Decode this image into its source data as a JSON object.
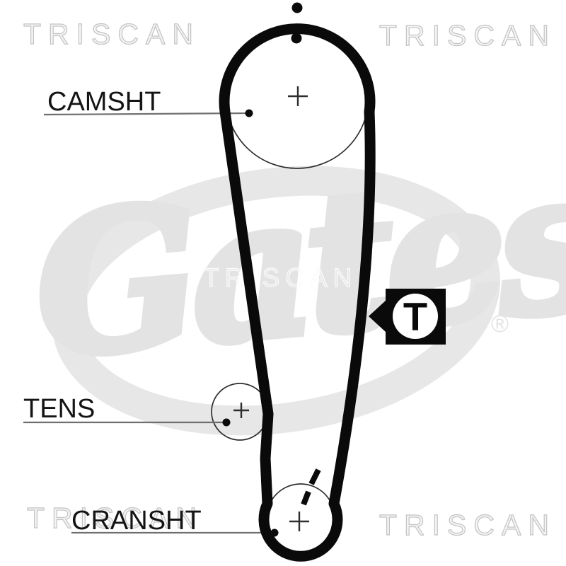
{
  "watermarks": {
    "brand": "TRISCAN",
    "logo_script": "Gates",
    "registered_symbol": "®"
  },
  "labels": {
    "camshaft": "CAMSHT",
    "tensioner": "TENS",
    "crankshaft": "CRANSHT"
  },
  "belt_marker": {
    "letter": "T"
  },
  "colors": {
    "background": "#ffffff",
    "belt": "#0a0a0a",
    "label_text": "#141414",
    "leader_line": "#6f6f6f",
    "pulley_outline": "#2e2e2e",
    "watermark_logo_gray": "#e3e3e3",
    "watermark_outline_gray": "#c3c3c3"
  }
}
